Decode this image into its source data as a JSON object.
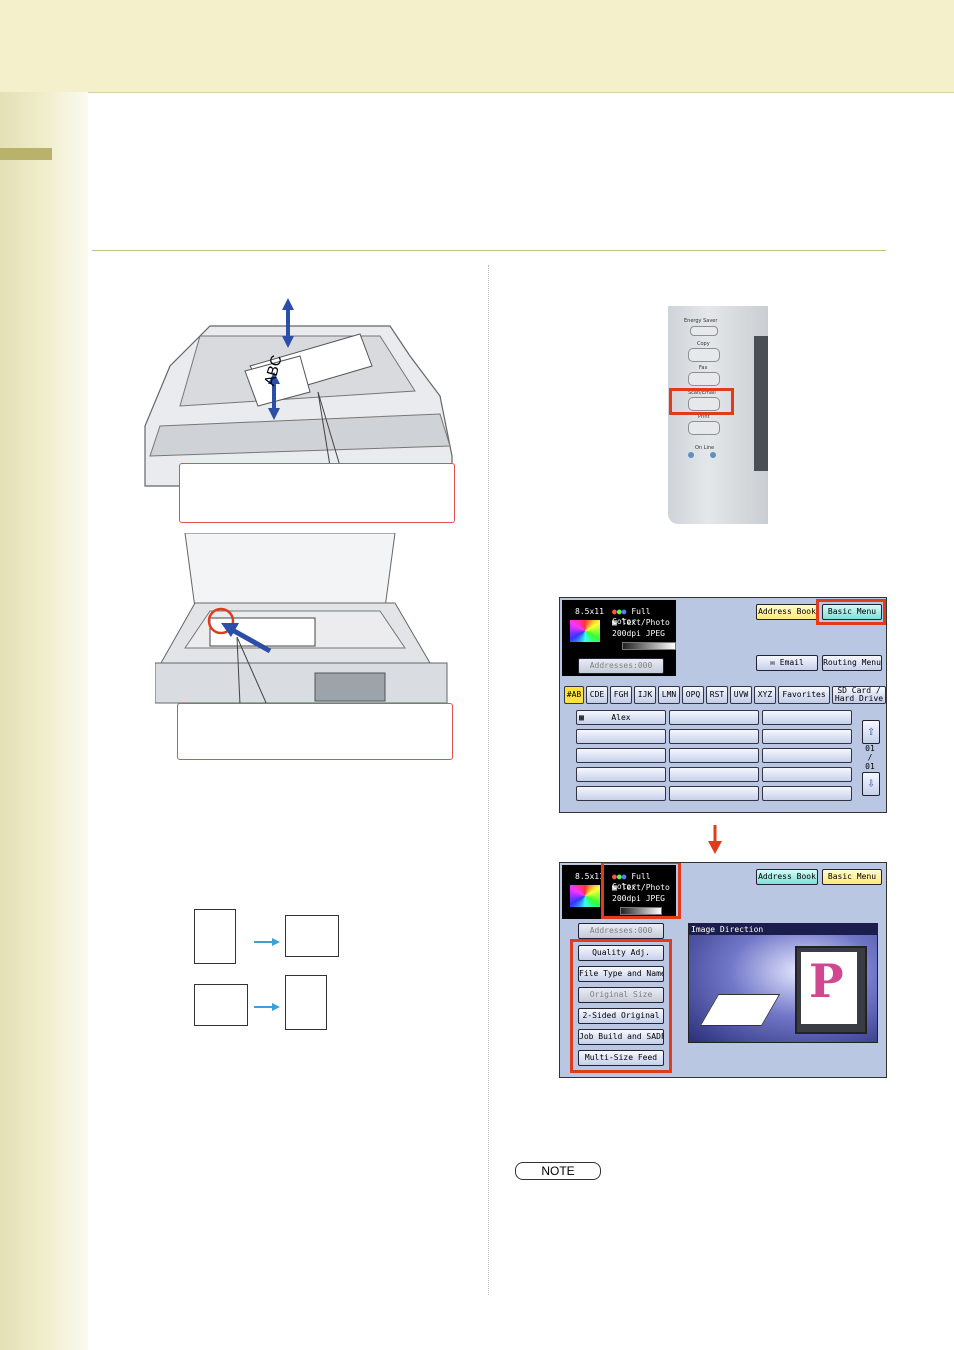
{
  "panel1": {
    "paper_size": "8.5x11",
    "color_mode": "Full Color",
    "original_type": "Text/Photo",
    "resolution_format": "200dpi JPEG",
    "addresses": "Addresses:000",
    "address_book": "Address Book",
    "basic_menu": "Basic Menu",
    "email": "Email",
    "routing_menu": "Routing Menu",
    "tabs": [
      "#AB",
      "CDE",
      "FGH",
      "IJK",
      "LMN",
      "OPQ",
      "RST",
      "UVW",
      "XYZ",
      "Favorites",
      "SD Card /\nHard Drive"
    ],
    "first_entry": "Alex",
    "page_current": "01",
    "page_sep": "/",
    "page_total": "01"
  },
  "panel2": {
    "paper_size": "8.5x11",
    "color_mode": "Full Color",
    "original_type": "Text/Photo",
    "resolution_format": "200dpi JPEG",
    "addresses": "Addresses:000",
    "address_book": "Address Book",
    "basic_menu": "Basic Menu",
    "menu": [
      "Quality Adj.",
      "File Type and Name",
      "Original Size",
      "2-Sided Original",
      "Job Build and SADF",
      "Multi-Size Feed"
    ],
    "image_direction": "Image Direction",
    "preview_letter": "P"
  },
  "control_panel": {
    "energy_saver": "Energy Saver",
    "copy": "Copy",
    "fax": "Fax",
    "scan_email": "Scan/Email",
    "print": "Print",
    "on_line": "On Line"
  },
  "adf_label": "ABC",
  "note": "NOTE",
  "colors": {
    "accent_red": "#e03c1c",
    "band": "#f5f0cc",
    "lcd_bg": "#b9c7e2"
  }
}
